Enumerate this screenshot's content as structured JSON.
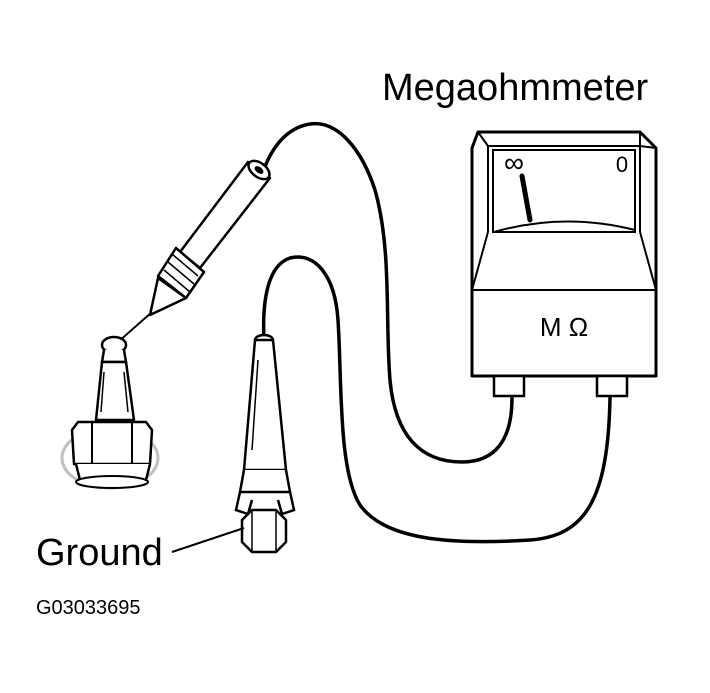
{
  "labels": {
    "meter_title": "Megaohmmeter",
    "ground": "Ground",
    "figure_code": "G03033695"
  },
  "meter": {
    "scale_left": "∞",
    "scale_right": "0",
    "unit_label": "M Ω"
  },
  "colors": {
    "ink": "#000000",
    "paper": "#ffffff",
    "shade": "#bfbfbf"
  }
}
